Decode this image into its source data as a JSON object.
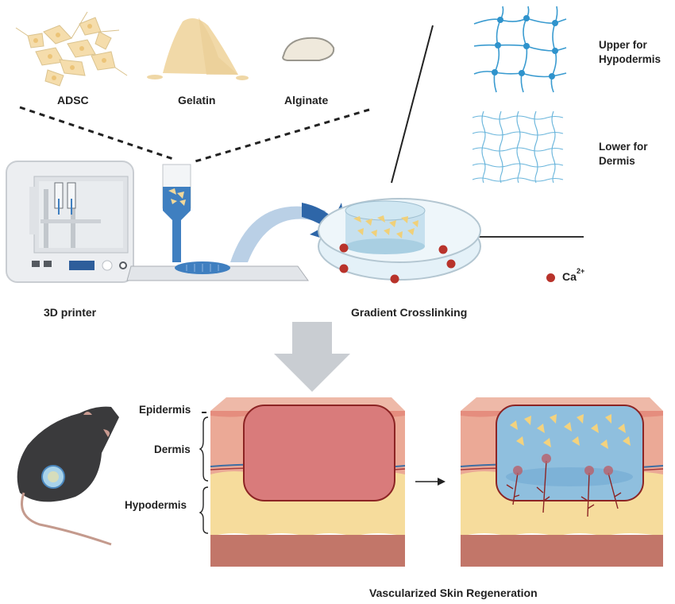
{
  "materials": {
    "adsc": "ADSC",
    "gelatin": "Gelatin",
    "alginate": "Alginate"
  },
  "network": {
    "upper_line1": "Upper for",
    "upper_line2": "Hypodermis",
    "lower_line1": "Lower for",
    "lower_line2": "Dermis"
  },
  "legend": {
    "ion_label": "Ca",
    "ion_charge": "2+",
    "ion_color": "#b8332b"
  },
  "steps": {
    "printer": "3D printer",
    "crosslinking": "Gradient Crosslinking",
    "regeneration": "Vascularized Skin Regeneration"
  },
  "skin_layers": {
    "epidermis": "Epidermis",
    "dermis": "Dermis",
    "hypodermis": "Hypodermis"
  },
  "colors": {
    "hydrogel_blue": "#3f7fc0",
    "network_blue": "#3a9bd0",
    "wound_red": "#d97b7b",
    "dermis": "#eba996",
    "fat": "#f6dc9c",
    "muscle": "#c27669",
    "arrow_gray": "#c9cdd2"
  }
}
